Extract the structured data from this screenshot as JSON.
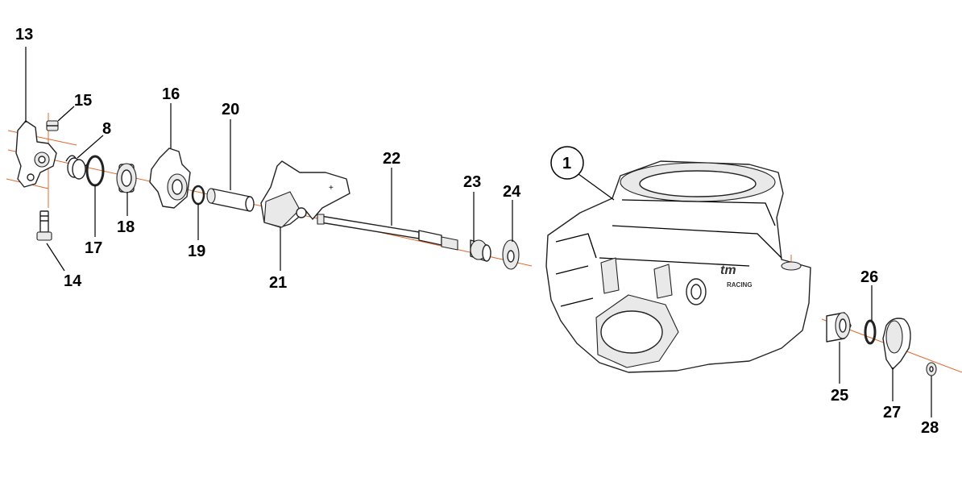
{
  "diagram": {
    "callouts": [
      {
        "id": "c13",
        "text": "13"
      },
      {
        "id": "c15",
        "text": "15"
      },
      {
        "id": "c8",
        "text": "8"
      },
      {
        "id": "c16",
        "text": "16"
      },
      {
        "id": "c20",
        "text": "20"
      },
      {
        "id": "c22",
        "text": "22"
      },
      {
        "id": "c23",
        "text": "23"
      },
      {
        "id": "c24",
        "text": "24"
      },
      {
        "id": "c1",
        "text": "1"
      },
      {
        "id": "c18",
        "text": "18"
      },
      {
        "id": "c17",
        "text": "17"
      },
      {
        "id": "c19",
        "text": "19"
      },
      {
        "id": "c21",
        "text": "21"
      },
      {
        "id": "c14",
        "text": "14"
      },
      {
        "id": "c26",
        "text": "26"
      },
      {
        "id": "c25",
        "text": "25"
      },
      {
        "id": "c27",
        "text": "27"
      },
      {
        "id": "c28",
        "text": "28"
      }
    ],
    "colors": {
      "axis": "#e06a2c",
      "ink": "#000000"
    }
  }
}
